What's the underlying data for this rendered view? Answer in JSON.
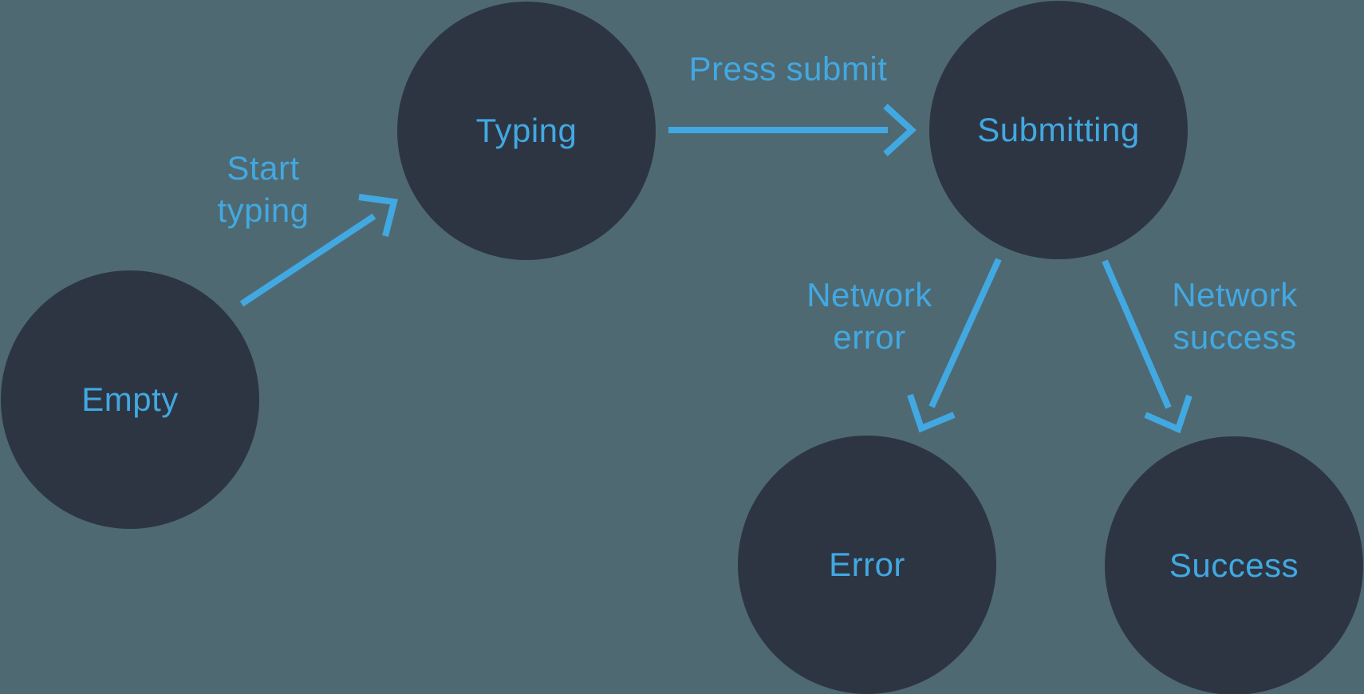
{
  "colors": {
    "bg": "#4e6972",
    "node": "#2d3543",
    "accent": "#42a8e1"
  },
  "diagram": {
    "type": "state-machine",
    "nodes": [
      {
        "id": "empty",
        "label": "Empty"
      },
      {
        "id": "typing",
        "label": "Typing"
      },
      {
        "id": "submitting",
        "label": "Submitting"
      },
      {
        "id": "error",
        "label": "Error"
      },
      {
        "id": "success",
        "label": "Success"
      }
    ],
    "edges": [
      {
        "from": "empty",
        "to": "typing",
        "label": "Start typing",
        "label_lines": [
          "Start",
          "typing"
        ]
      },
      {
        "from": "typing",
        "to": "submitting",
        "label": "Press submit",
        "label_lines": [
          "Press submit"
        ]
      },
      {
        "from": "submitting",
        "to": "error",
        "label": "Network error",
        "label_lines": [
          "Network",
          "error"
        ]
      },
      {
        "from": "submitting",
        "to": "success",
        "label": "Network success",
        "label_lines": [
          "Network",
          "success"
        ]
      }
    ]
  }
}
